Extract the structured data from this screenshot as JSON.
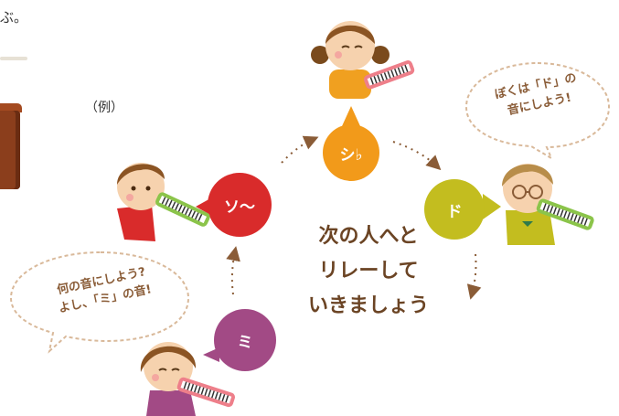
{
  "page": {
    "top_text": "ぶ。",
    "example_label": "（例）"
  },
  "notes": {
    "so": "ソ〜",
    "si_flat": "シ♭",
    "do": "ド",
    "mi": "ミ"
  },
  "center_message": [
    "次の人へと",
    "リレーして",
    "いきましょう"
  ],
  "bubbles": {
    "top_right": [
      "ぼくは「ド」の",
      "音にしよう!"
    ],
    "bottom_left": [
      "何の音にしよう?",
      "よし、「ミ」の音!"
    ]
  },
  "colors": {
    "so": "#d92b2b",
    "si_flat": "#f29a1a",
    "do": "#c3bd1f",
    "mi": "#a24a85",
    "bubble_border": "#d9b99a",
    "text": "#6b4424"
  },
  "characters": {
    "top": "girl-with-melodica",
    "left": "boy-with-melodica",
    "right": "boy-with-glasses-melodica",
    "bottom": "girl-with-melodica"
  }
}
